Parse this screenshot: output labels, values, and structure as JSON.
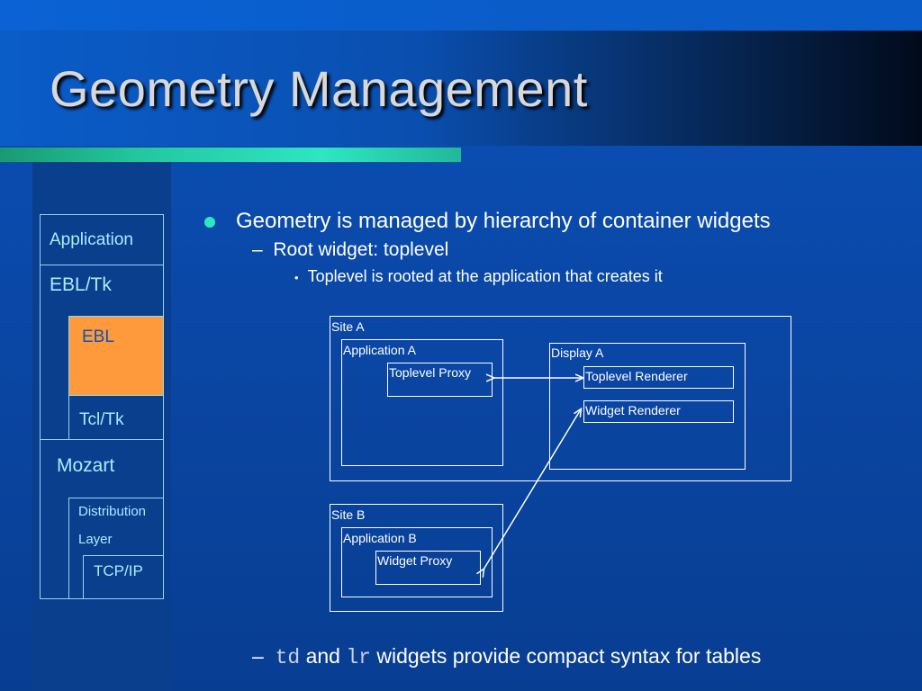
{
  "slide": {
    "title": "Geometry Management"
  },
  "layer_stack": {
    "application": "Application",
    "ebl_tk": "EBL/Tk",
    "ebl": "EBL",
    "tcl_tk": "Tcl/Tk",
    "mozart": "Mozart",
    "distribution": "Distribution",
    "layer": "Layer",
    "tcp_ip": "TCP/IP",
    "highlight_color": "#ff9a3c"
  },
  "bullets": {
    "level1": "Geometry is managed by hierarchy of container widgets",
    "level2_dash": "–",
    "level2": "Root widget: toplevel",
    "level3_mark": "•",
    "level3": "Toplevel is rooted at the application that creates it",
    "bottom_dash": "–",
    "bottom_code1": "td",
    "bottom_and": " and ",
    "bottom_code2": "lr",
    "bottom_rest": " widgets provide compact syntax for tables"
  },
  "diagram": {
    "site_a": "Site A",
    "application_a": "Application A",
    "toplevel_proxy": "Toplevel Proxy",
    "display_a": "Display A",
    "toplevel_renderer": "Toplevel Renderer",
    "widget_renderer": "Widget Renderer",
    "site_b": "Site B",
    "application_b": "Application B",
    "widget_proxy": "Widget Proxy"
  },
  "colors": {
    "accent": "#2ee6c2",
    "layer_text": "#a8ecff"
  }
}
